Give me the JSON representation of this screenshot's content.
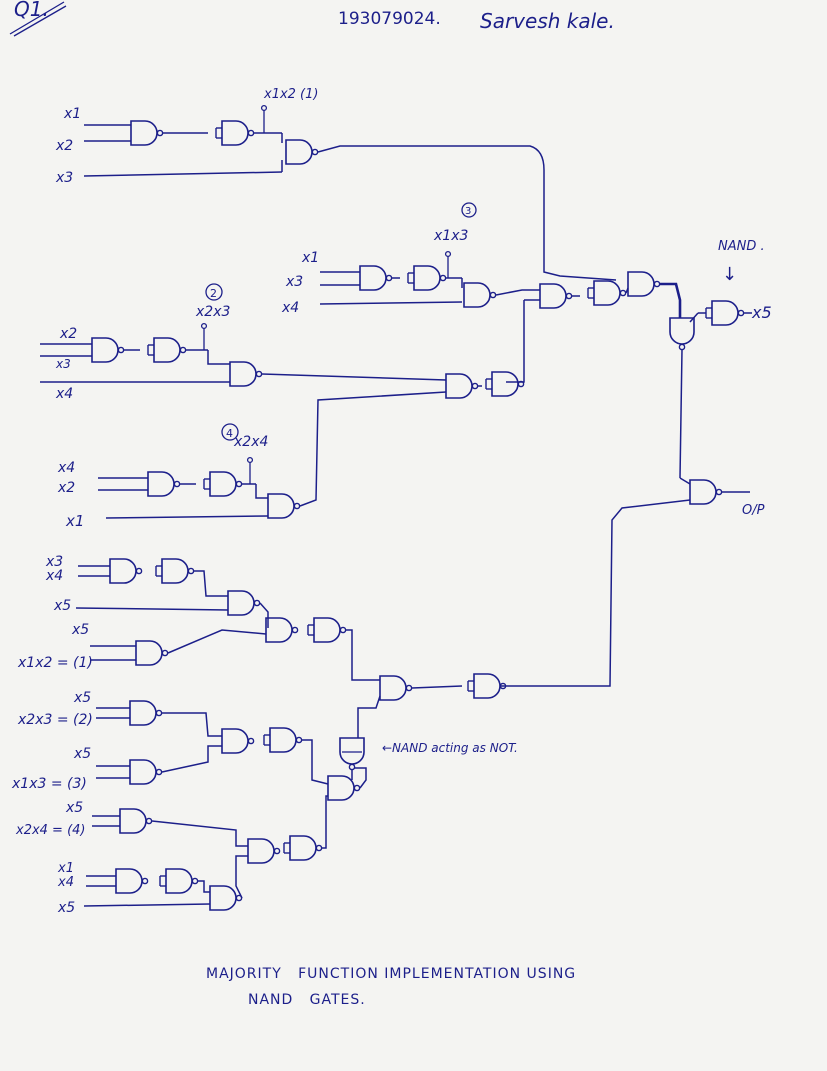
{
  "header": {
    "question": "Q1.",
    "roll_number": "193079024.",
    "author": "Sarvesh kale."
  },
  "stage1": {
    "inputs": [
      "x1",
      "x2",
      "x3"
    ],
    "tap_label": "x1x2 (1)"
  },
  "stage2": {
    "circle_id": "2",
    "tap_label": "x2x3",
    "inputs": [
      "x2",
      "x3",
      "x4"
    ]
  },
  "stage3": {
    "circle_id": "3",
    "tap_label": "x1x3",
    "inputs": [
      "x1",
      "x3",
      "x4"
    ]
  },
  "stage4": {
    "circle_id": "4",
    "tap_label": "x2x4",
    "inputs": [
      "x4",
      "x2",
      "x1"
    ]
  },
  "right_block": {
    "nand_label": "NAND .",
    "nand_arrow": "↓",
    "x5_label": "x5",
    "output_label": "O/P"
  },
  "lower_block": {
    "inputs": [
      "x3",
      "x4",
      "x5",
      "x5",
      "x5",
      "x5",
      "x5",
      "x1",
      "x4",
      "x5"
    ],
    "eq_labels": [
      "x1x2 = (1)",
      "x2x3 = (2)",
      "x1x3 = (3)",
      "x2x4 = (4)"
    ],
    "not_note": "←NAND acting as NOT."
  },
  "footer": {
    "line1": "MAJORITY   FUNCTION IMPLEMENTATION USING",
    "line2": "NAND   GATES."
  },
  "colors": {
    "ink": "#1c1f8a",
    "paper": "#f4f4f2"
  }
}
